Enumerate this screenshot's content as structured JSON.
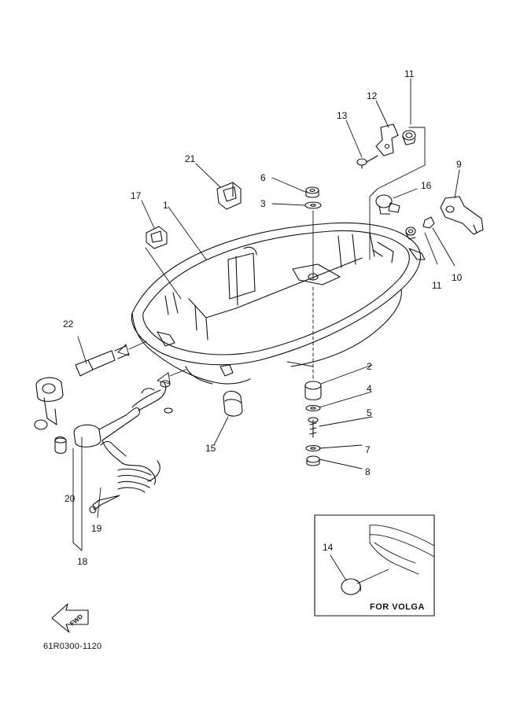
{
  "callouts": [
    {
      "id": "1",
      "label": "1"
    },
    {
      "id": "2",
      "label": "2"
    },
    {
      "id": "3",
      "label": "3"
    },
    {
      "id": "4",
      "label": "4"
    },
    {
      "id": "5",
      "label": "5"
    },
    {
      "id": "6",
      "label": "6"
    },
    {
      "id": "7",
      "label": "7"
    },
    {
      "id": "8",
      "label": "8"
    },
    {
      "id": "9",
      "label": "9"
    },
    {
      "id": "10",
      "label": "10"
    },
    {
      "id": "11a",
      "label": "11"
    },
    {
      "id": "11b",
      "label": "11"
    },
    {
      "id": "12",
      "label": "12"
    },
    {
      "id": "13",
      "label": "13"
    },
    {
      "id": "14",
      "label": "14"
    },
    {
      "id": "15",
      "label": "15"
    },
    {
      "id": "16",
      "label": "16"
    },
    {
      "id": "17",
      "label": "17"
    },
    {
      "id": "18",
      "label": "18"
    },
    {
      "id": "19",
      "label": "19"
    },
    {
      "id": "20",
      "label": "20"
    },
    {
      "id": "21",
      "label": "21"
    },
    {
      "id": "22",
      "label": "22"
    }
  ],
  "inset_label": "FOR VOLGA",
  "direction_label": "FWD",
  "diagram_code": "61R0300-1120",
  "colors": {
    "ink": "#111111",
    "background": "#ffffff"
  }
}
